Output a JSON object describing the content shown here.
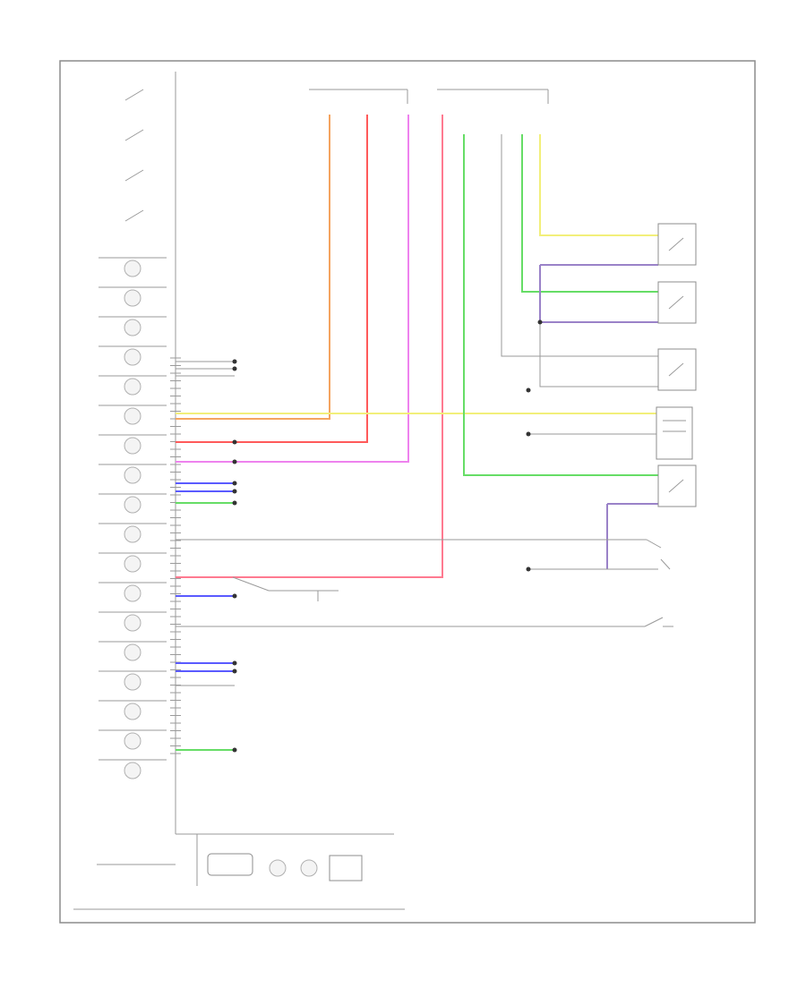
{
  "diagram": {
    "colors": {
      "orange": "#f4a460",
      "red": "#ff5a5a",
      "magenta": "#ee82ee",
      "pink": "#ff7a90",
      "yellow": "#f2ef7a",
      "green": "#66dd66",
      "violet": "#9a82c8",
      "blue": "#5a5aff",
      "gray": "#bdbdbd"
    },
    "left_gauges": 18,
    "wires": [
      {
        "name": "orange-wire",
        "color": "orange"
      },
      {
        "name": "red-wire",
        "color": "red"
      },
      {
        "name": "magenta-wire",
        "color": "magenta"
      },
      {
        "name": "pink-wire",
        "color": "pink"
      },
      {
        "name": "yellow-wire",
        "color": "yellow"
      },
      {
        "name": "green-wire",
        "color": "green"
      },
      {
        "name": "violet-wire",
        "color": "violet"
      },
      {
        "name": "blue-wire",
        "color": "blue"
      }
    ],
    "switches": 6
  }
}
